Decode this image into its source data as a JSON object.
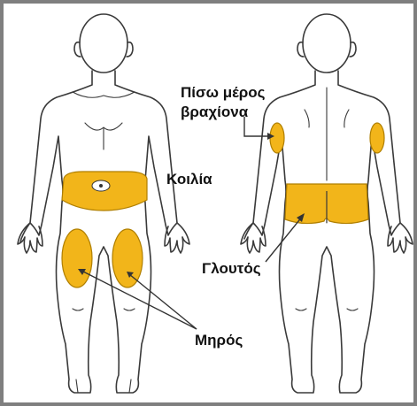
{
  "labels": {
    "back_of_arm_line1": "Πίσω μέρος",
    "back_of_arm_line2": "βραχίονα",
    "abdomen": "Κοιλία",
    "buttocks": "Γλουτός",
    "thighs": "Μηρός"
  },
  "colors": {
    "frame_border": "#7f7f7f",
    "body_outline": "#3a3a3a",
    "injection_area": "#f2b51a",
    "injection_area_outline": "#b07f00",
    "pointer_line": "#333333"
  },
  "figures": [
    "front-body",
    "back-body"
  ]
}
